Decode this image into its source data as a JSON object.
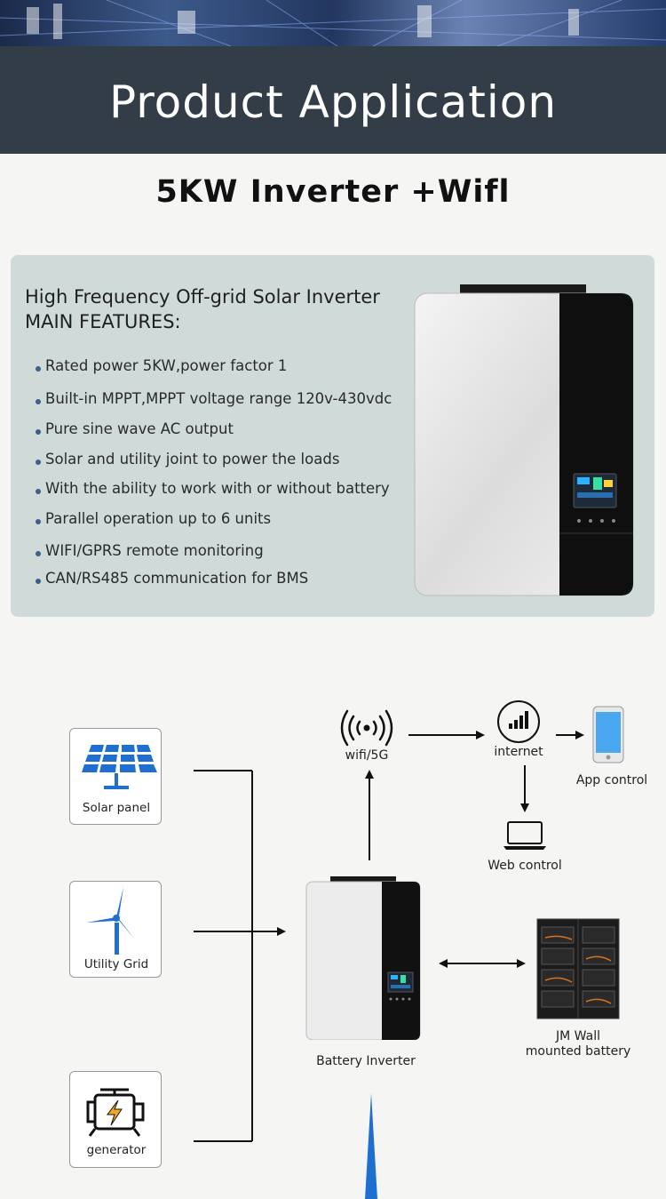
{
  "header": {
    "title": "Product Application"
  },
  "product": {
    "title": "5KW Inverter +Wifl"
  },
  "features": {
    "heading_line1": "High Frequency Off-grid Solar Inverter",
    "heading_line2": "MAIN FEATURES:",
    "items": [
      "Rated power 5KW,power factor 1",
      "Built-in MPPT,MPPT voltage range 120v-430vdc",
      "Pure sine wave AC output",
      "Solar and utility joint to power the loads",
      "With the ability to work with or without battery",
      "Parallel operation up to 6 units",
      "WIFI/GPRS remote monitoring",
      "CAN/RS485 communication for BMS"
    ]
  },
  "diagram": {
    "sources": [
      "Solar panel",
      "Utility Grid",
      "generator"
    ],
    "inverter_label": "Battery Inverter",
    "wifi_label": "wifi/5G",
    "internet_label": "internet",
    "app_label": "App control",
    "web_label": "Web control",
    "battery_label_line1": "JM Wall",
    "battery_label_line2": "mounted battery"
  },
  "colors": {
    "header_bg": "#323d47",
    "card_bg": "#cfdad9",
    "bullet": "#3a5f88",
    "accent_blue": "#1f6fd1"
  }
}
